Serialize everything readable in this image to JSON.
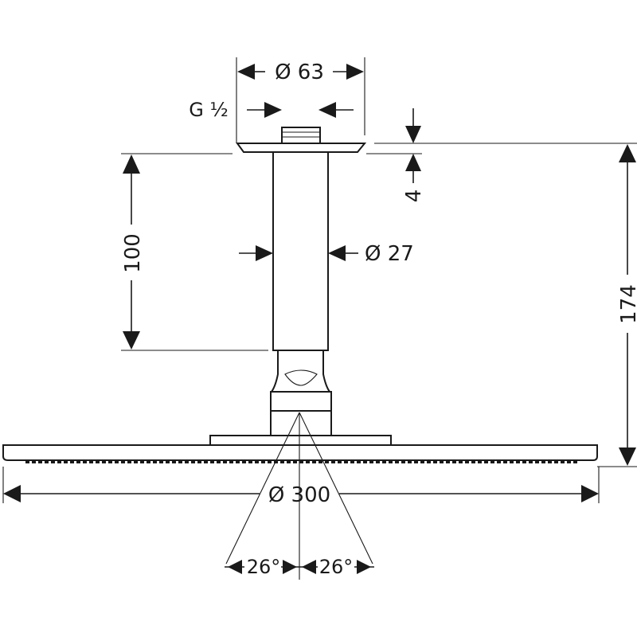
{
  "drawing": {
    "diameter_top": "Ø 63",
    "thread": "G ½",
    "gap": "4",
    "arm_length": "100",
    "arm_diameter": "Ø 27",
    "total_height": "174",
    "head_diameter": "Ø 300",
    "angle_left": "26°",
    "angle_right": "26°"
  }
}
